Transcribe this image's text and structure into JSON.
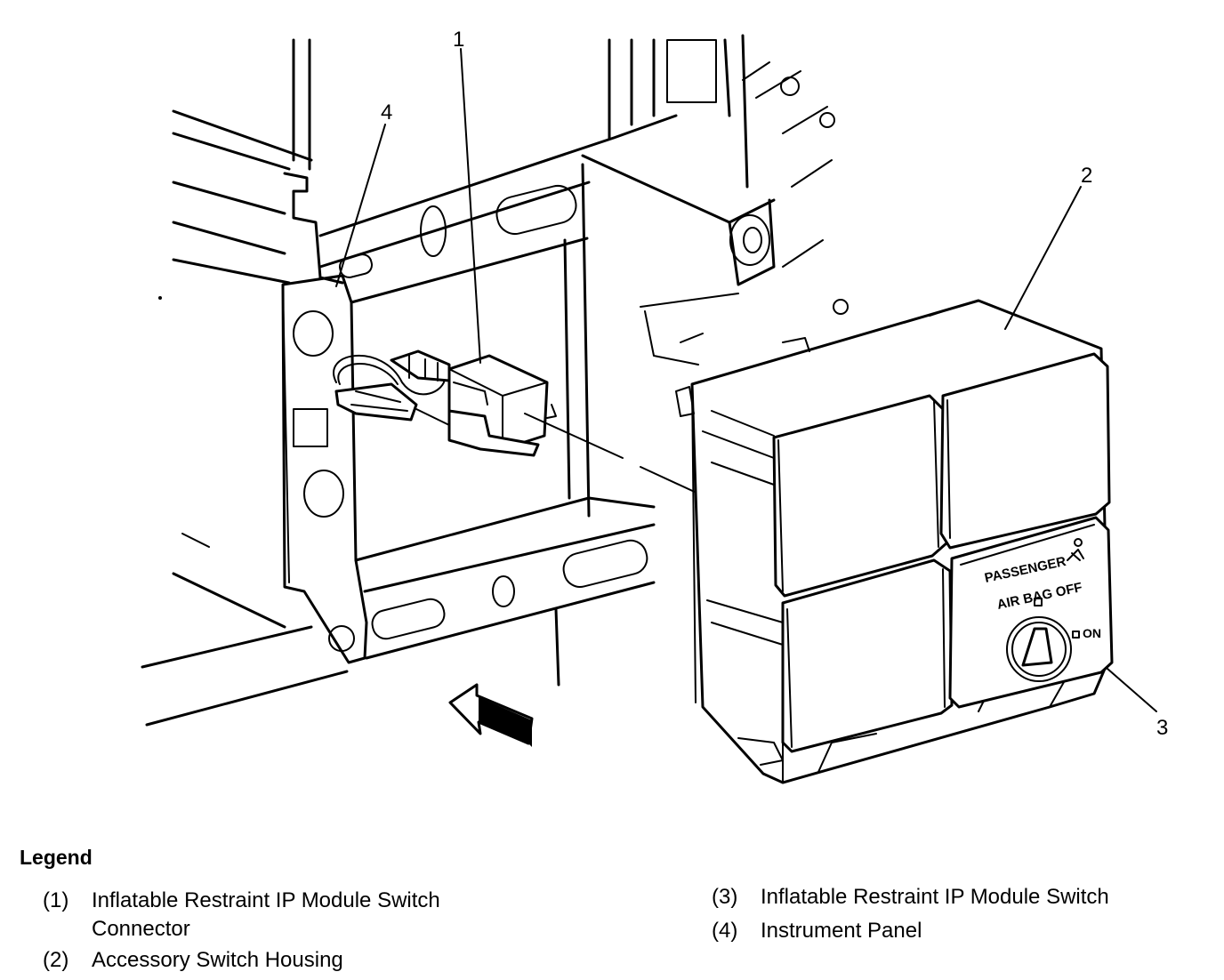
{
  "callouts": [
    "1",
    "2",
    "3",
    "4"
  ],
  "switch_decal": {
    "line1": "PASSENGER",
    "line2": "AIR BAG OFF",
    "on_label": "ON"
  },
  "legend": {
    "title": "Legend",
    "items": [
      {
        "number": "(1)",
        "text_line1": "Inflatable Restraint IP Module Switch",
        "text_line2": "Connector"
      },
      {
        "number": "(2)",
        "text_line1": "Accessory Switch Housing"
      },
      {
        "number": "(3)",
        "text_line1": "Inflatable Restraint IP Module Switch"
      },
      {
        "number": "(4)",
        "text_line1": "Instrument Panel"
      }
    ]
  }
}
